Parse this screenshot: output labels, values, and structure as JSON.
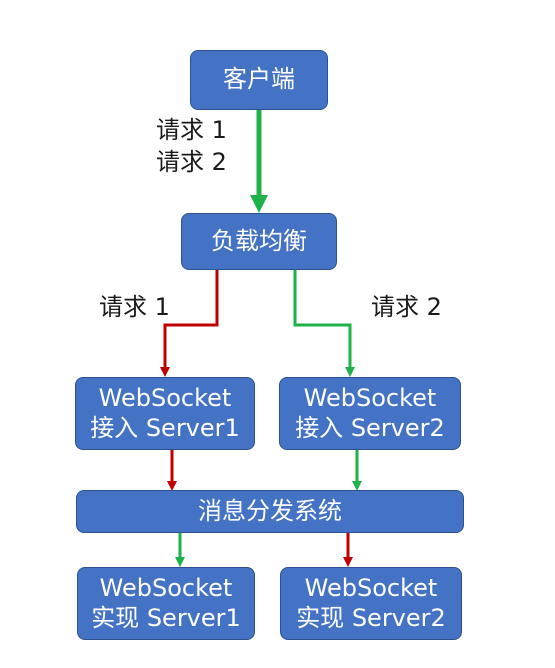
{
  "colors": {
    "node_fill": "#4472c4",
    "node_border": "#2f528f",
    "arrow_green": "#1fb24a",
    "arrow_red": "#c00000",
    "text_dark": "#1a1a1a"
  },
  "nodes": {
    "client": "客户端",
    "load_balancer": "负载均衡",
    "access_1": {
      "line1": "WebSocket",
      "line2": "接入 Server1"
    },
    "access_2": {
      "line1": "WebSocket",
      "line2": "接入 Server2"
    },
    "dispatch": "消息分发系统",
    "impl_1": {
      "line1": "WebSocket",
      "line2": "实现 Server1"
    },
    "impl_2": {
      "line1": "WebSocket",
      "line2": "实现 Server2"
    }
  },
  "labels": {
    "client_req_1": "请求 1",
    "client_req_2": "请求 2",
    "lb_req_1": "请求 1",
    "lb_req_2": "请求 2"
  }
}
